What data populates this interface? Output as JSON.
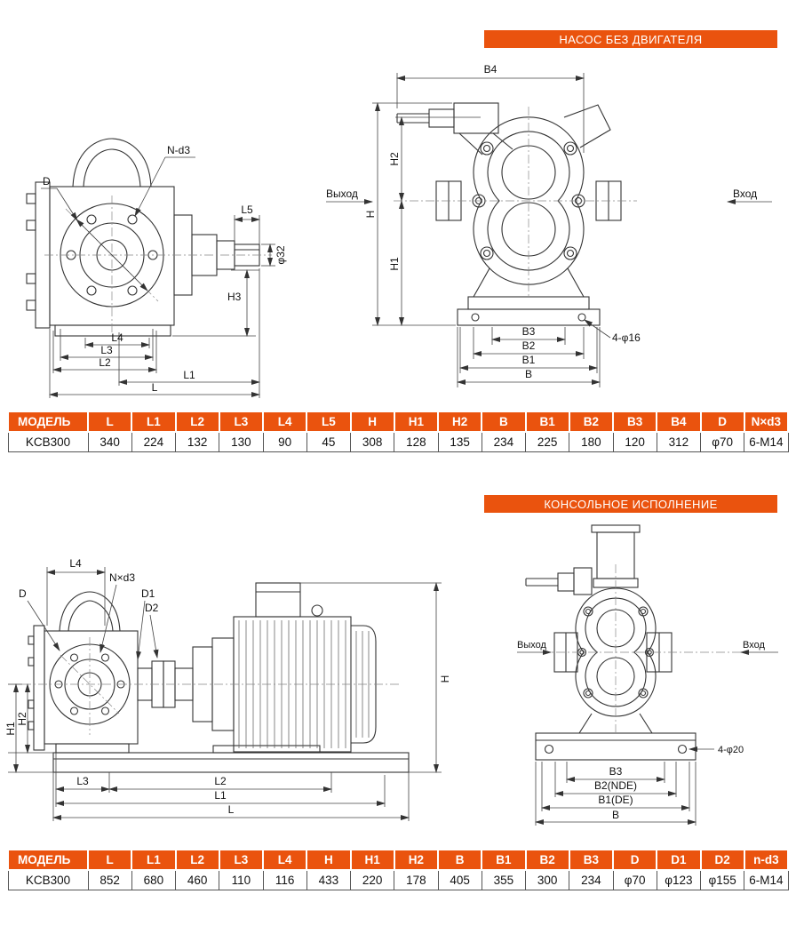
{
  "theme": {
    "accent": "#ea530e",
    "line_color": "#333333"
  },
  "section1": {
    "banner": "НАСОС БЕЗ ДВИГАТЕЛЯ",
    "side_view": {
      "d": "D",
      "n_d3": "N-d3",
      "l5": "L5",
      "phi32": "φ32",
      "h3": "H3",
      "l4": "L4",
      "l3": "L3",
      "l2": "L2",
      "l1": "L1",
      "l": "L"
    },
    "front_view": {
      "b4": "B4",
      "h": "H",
      "h2": "H2",
      "h1": "H1",
      "outlet": "Выход",
      "inlet": "Вход",
      "b3": "B3",
      "holes": "4-φ16",
      "b2": "B2",
      "b1": "B1",
      "b": "B"
    },
    "table": {
      "headers": [
        "МОДЕЛЬ",
        "L",
        "L1",
        "L2",
        "L3",
        "L4",
        "L5",
        "H",
        "H1",
        "H2",
        "B",
        "B1",
        "B2",
        "B3",
        "B4",
        "D",
        "N×d3"
      ],
      "rows": [
        [
          "KCB300",
          "340",
          "224",
          "132",
          "130",
          "90",
          "45",
          "308",
          "128",
          "135",
          "234",
          "225",
          "180",
          "120",
          "312",
          "φ70",
          "6-M14"
        ]
      ]
    }
  },
  "section2": {
    "banner": "КОНСОЛЬНОЕ ИСПОЛНЕНИЕ",
    "assembly_view": {
      "l4": "L4",
      "n_d3": "N×d3",
      "d": "D",
      "d1": "D1",
      "d2": "D2",
      "h1": "H1",
      "h2": "H2",
      "l3": "L3",
      "l2": "L2",
      "l1": "L1",
      "l": "L",
      "h": "H"
    },
    "front_view": {
      "outlet": "Выход",
      "inlet": "Вход",
      "b3": "B3",
      "b2": "B2(NDE)",
      "b1": "B1(DE)",
      "b": "B",
      "holes": "4-φ20"
    },
    "table": {
      "headers": [
        "МОДЕЛЬ",
        "L",
        "L1",
        "L2",
        "L3",
        "L4",
        "H",
        "H1",
        "H2",
        "B",
        "B1",
        "B2",
        "B3",
        "D",
        "D1",
        "D2",
        "n-d3"
      ],
      "rows": [
        [
          "KCB300",
          "852",
          "680",
          "460",
          "110",
          "116",
          "433",
          "220",
          "178",
          "405",
          "355",
          "300",
          "234",
          "φ70",
          "φ123",
          "φ155",
          "6-M14"
        ]
      ]
    }
  }
}
